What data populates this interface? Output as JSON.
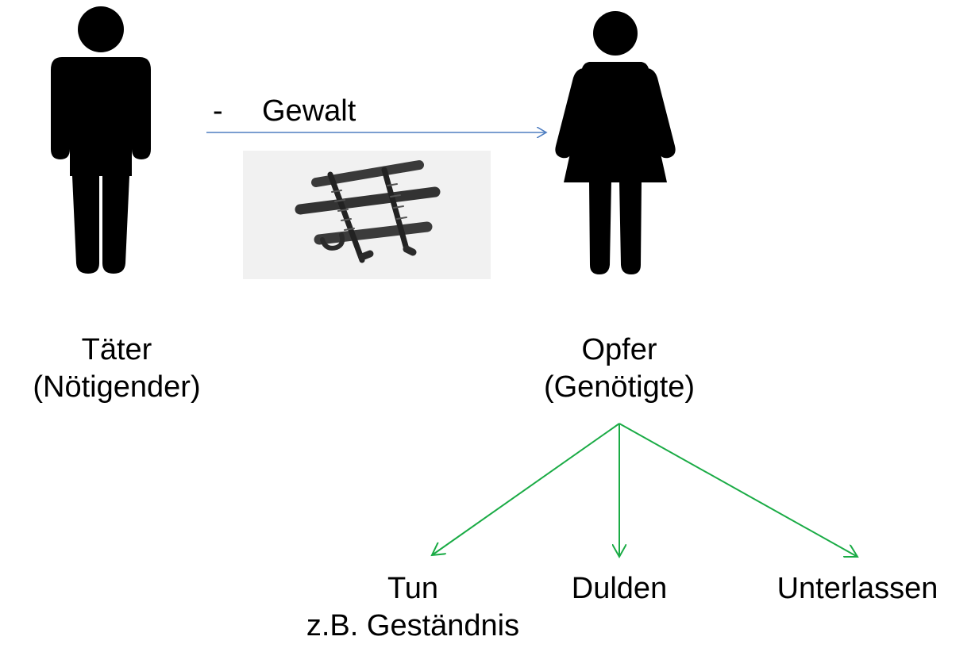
{
  "force_label": {
    "dash": "-",
    "text": "Gewalt"
  },
  "perpetrator": {
    "line1": "Täter",
    "line2": "(Nötigender)"
  },
  "victim": {
    "line1": "Opfer",
    "line2": "(Genötigte)"
  },
  "outcomes": {
    "tun": "Tun",
    "tun_example": "z.B. Geständnis",
    "dulden": "Dulden",
    "unterlassen": "Unterlassen"
  },
  "colors": {
    "force_arrow": "#4f7ec1",
    "outcome_arrows": "#1aab45",
    "figures": "#000000"
  },
  "icons": {
    "perpetrator": "man-figure-icon",
    "victim": "woman-figure-icon",
    "instrument": "thumbscrew-image"
  }
}
